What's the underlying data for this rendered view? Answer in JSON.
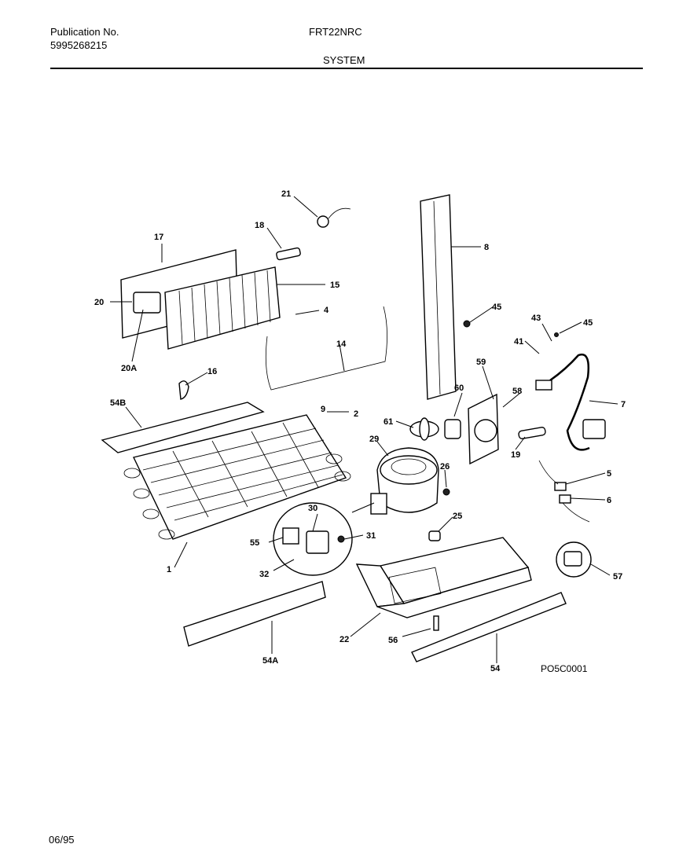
{
  "header": {
    "publication_label": "Publication No.",
    "publication_number": "5995268215",
    "model": "FRT22NRC",
    "section": "SYSTEM"
  },
  "footer": {
    "date": "06/95"
  },
  "diagram": {
    "code": "PO5C0001",
    "callouts": [
      "21",
      "18",
      "17",
      "15",
      "20",
      "4",
      "20A",
      "14",
      "16",
      "8",
      "45",
      "43",
      "45b",
      "41",
      "7",
      "54B",
      "9",
      "2",
      "59",
      "60",
      "58",
      "61",
      "29",
      "19",
      "26",
      "5",
      "6",
      "30",
      "25",
      "55",
      "31",
      "32",
      "1",
      "57",
      "22",
      "54A",
      "56",
      "54"
    ]
  }
}
